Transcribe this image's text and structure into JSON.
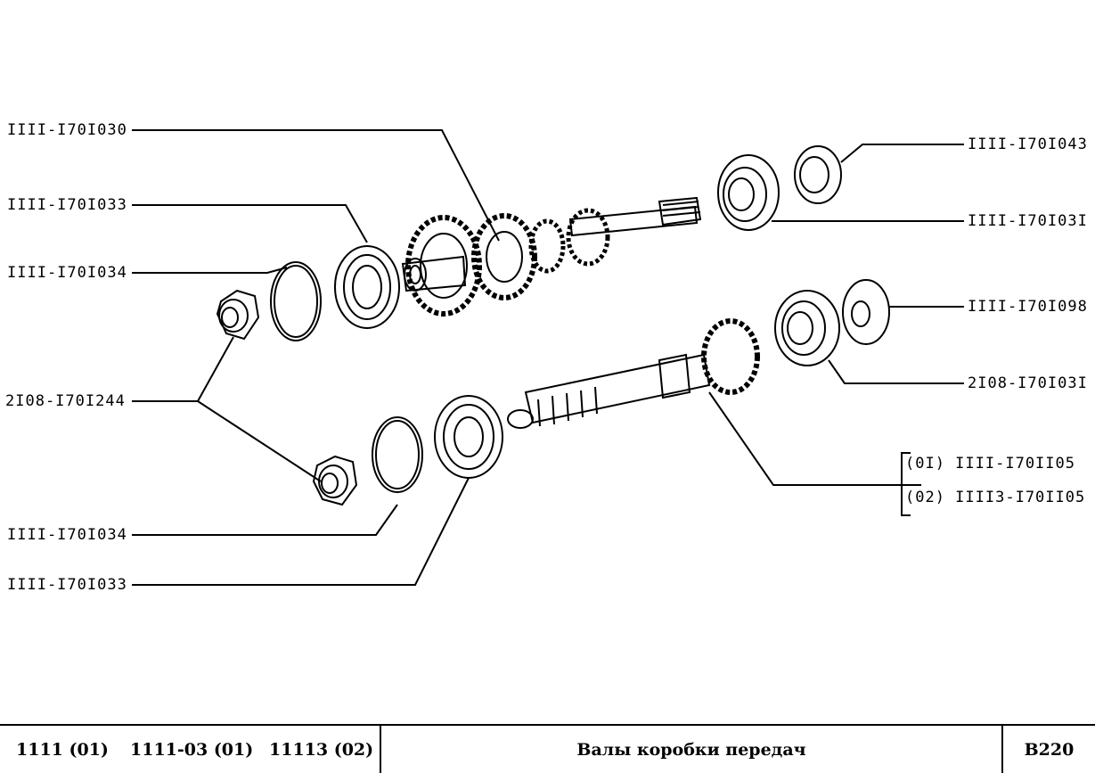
{
  "labels": {
    "l1": "IIII-I70I030",
    "l2": "IIII-I70I033",
    "l3": "IIII-I70I034",
    "l4": "2I08-I70I244",
    "l5": "IIII-I70I034",
    "l6": "IIII-I70I033",
    "r1": "IIII-I70I043",
    "r2": "IIII-I70I03I",
    "r3": "IIII-I70I098",
    "r4": "2I08-I70I03I",
    "r5a": "(0I)  IIII-I70II05",
    "r5b": "(02)  IIII3-I70II05"
  },
  "footer": {
    "models": [
      "1111 (01)",
      "1111-03 (01)",
      "11113 (02)"
    ],
    "title": "Валы коробки передач",
    "code": "В220"
  }
}
